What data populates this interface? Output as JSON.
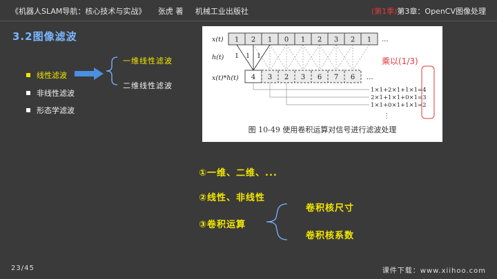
{
  "header": {
    "book_title": "《机器人SLAM导航：核心技术与实战》",
    "author": "张虎 著",
    "publisher": "机械工业出版社",
    "season": "(第1季)",
    "chapter": "第3章：OpenCV图像处理"
  },
  "section_title": "3.2图像滤波",
  "nav": {
    "items": [
      {
        "label": "线性滤波"
      },
      {
        "label": "非线性滤波"
      },
      {
        "label": "形态学滤波"
      }
    ],
    "sub_items": [
      {
        "label": "一维线性滤波"
      },
      {
        "label": "二维线性滤波"
      }
    ]
  },
  "figure": {
    "row_labels": [
      "x(t)",
      "h(t)",
      "x(t)*h(t)"
    ],
    "x_values": [
      "1",
      "2",
      "1",
      "0",
      "1",
      "2",
      "3",
      "2",
      "1"
    ],
    "h_values": [
      "1",
      "1",
      "1"
    ],
    "result_values": [
      "4",
      "3",
      "2",
      "3",
      "6",
      "7",
      "6"
    ],
    "ellipsis": "...",
    "equations": [
      "1×1+2×1+1×1=4",
      "2×1+1×1+0×1=3",
      "1×1+0×1+1×1=2"
    ],
    "vertical_ellipsis": "⋮",
    "caption": "图 10-49   使用卷积运算对信号进行滤波处理"
  },
  "annotation": "乘以(1/3)",
  "points": [
    {
      "text": "①一维、二维、..."
    },
    {
      "text": "②线性、非线性"
    },
    {
      "text": "③卷积运算"
    }
  ],
  "convolution_items": [
    {
      "text": "卷积核尺寸"
    },
    {
      "text": "卷积核系数"
    }
  ],
  "footer": {
    "page": "23/45",
    "download": "课件下载：www.xiihoo.com"
  },
  "colors": {
    "accent_yellow": "#f2e600",
    "title_blue": "#7ab6ff",
    "arrow_blue": "#4a8fe0",
    "red": "#e0393a",
    "background": "#3a3a3a"
  }
}
